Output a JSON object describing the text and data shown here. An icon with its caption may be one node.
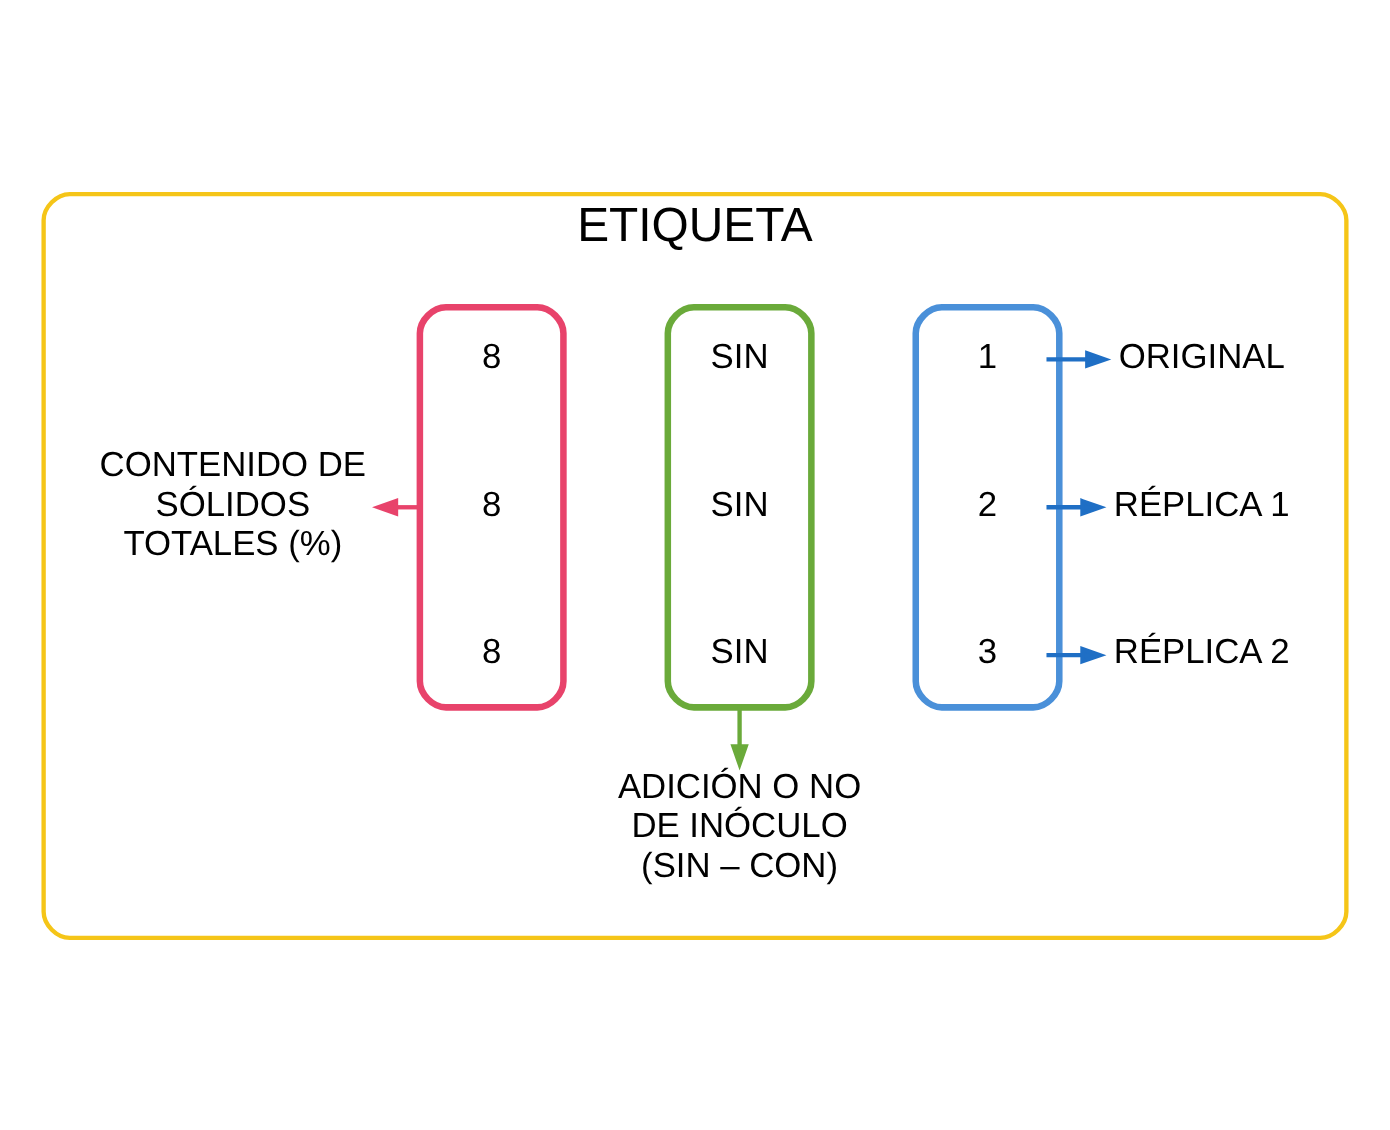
{
  "diagram": {
    "nodes": [
      {
        "text": [
          "ETIQUETA"
        ]
      },
      {
        "text": [],
        "shape": "box",
        "in": 0
      },
      {
        "text": [
          "8"
        ],
        "in": 1
      },
      {
        "text": [
          "8"
        ],
        "in": 1
      },
      {
        "text": [
          "8"
        ],
        "in": 1
      },
      {
        "text": [],
        "shape": "box",
        "in": 0
      },
      {
        "text": [
          "SIN"
        ],
        "in": 5
      },
      {
        "text": [
          "SIN"
        ],
        "in": 5
      },
      {
        "text": [
          "SIN"
        ],
        "in": 5
      },
      {
        "text": [],
        "shape": "box",
        "in": 0
      },
      {
        "text": [
          "1"
        ],
        "in": 9
      },
      {
        "text": [
          "2"
        ],
        "in": 9
      },
      {
        "text": [
          "3"
        ],
        "in": 9
      },
      {
        "text": [
          "ORIGINAL"
        ],
        "in": 0
      },
      {
        "text": [
          "RÉPLICA 1"
        ],
        "in": 0
      },
      {
        "text": [
          "RÉPLICA 2"
        ],
        "in": 0
      },
      {
        "text": [
          "CONTENIDO DE SÓLIDOS TOTALES (%)"
        ],
        "in": 0
      },
      {
        "text": [
          "ADICIÓN O NO DE INÓCULO (SIN – CON)"
        ],
        "in": 0
      }
    ],
    "edges": [
      {
        "from": 10,
        "to": 13,
        "arrow": "to"
      },
      {
        "from": 11,
        "to": 14,
        "arrow": "to"
      },
      {
        "from": 12,
        "to": 15,
        "arrow": "to"
      },
      {
        "from": 1,
        "to": 16,
        "arrow": "to",
        "color": "#e8436b"
      },
      {
        "from": 5,
        "to": 17,
        "arrow": "to",
        "color": "#6aaa3a"
      }
    ]
  }
}
